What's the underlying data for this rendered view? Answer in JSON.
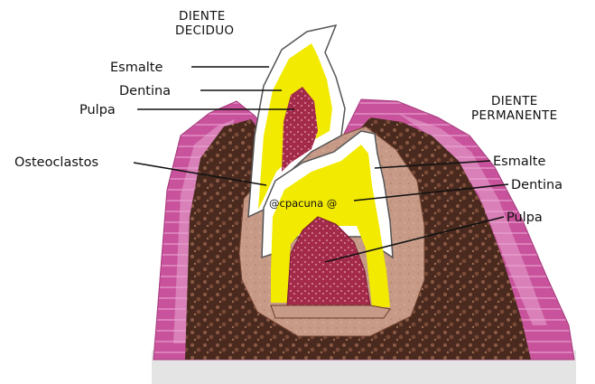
{
  "deciduous_title": [
    "DIENTE",
    "DECIDUO"
  ],
  "permanent_title": [
    "DIENTE",
    "PERMANENTE"
  ],
  "labels_left": {
    "enamel": "Esmalte",
    "dentin": "Dentina",
    "pulp": "Pulpa",
    "osteoclasts": "Osteoclastos"
  },
  "labels_right": {
    "enamel": "Esmalte",
    "dentin": "Dentina",
    "pulp": "Pulpa"
  },
  "watermark": "@cpacuna @",
  "colors": {
    "gingiva": "#c8529b",
    "gingiva_light": "#e8a5cf",
    "bone": "#4a2a1e",
    "bone_light": "#8b5a46",
    "follicle": "#c69a86",
    "enamel": "#ffffff",
    "dentin": "#f2ea00",
    "pulp": "#a42a4a",
    "base": "#e4e4e4"
  }
}
